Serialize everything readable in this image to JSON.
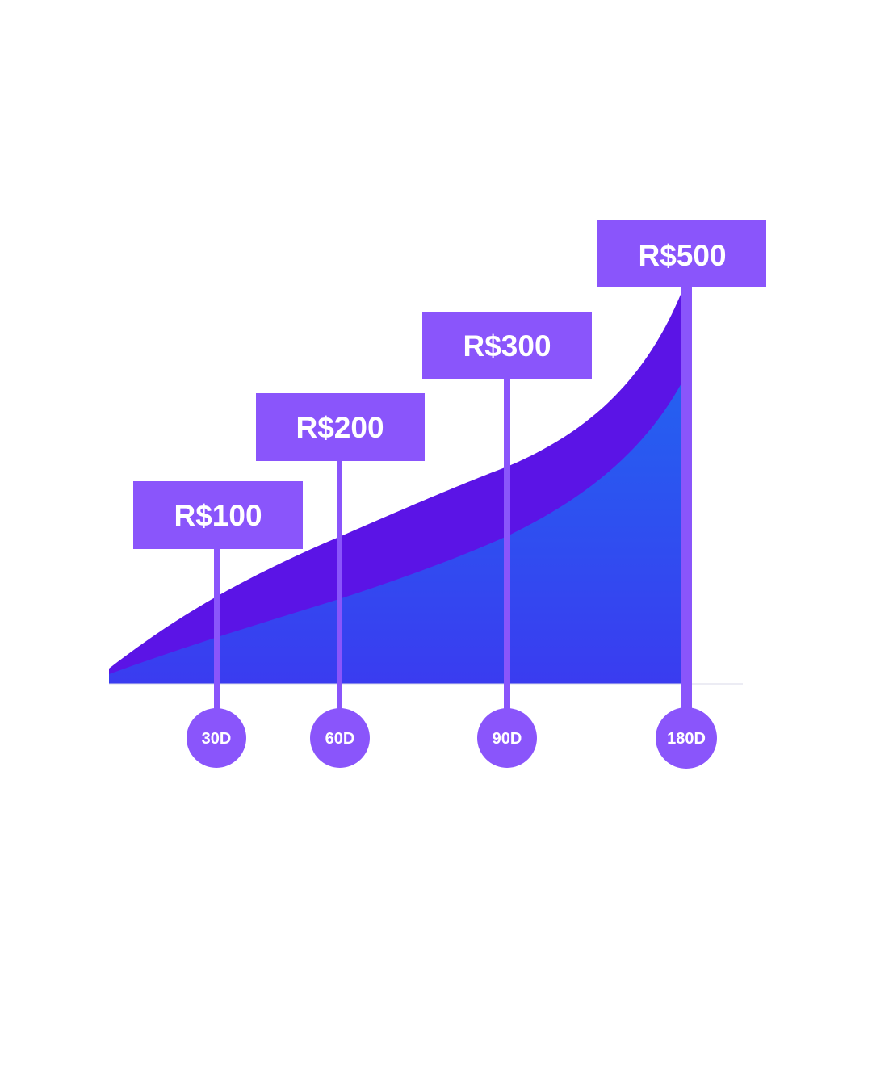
{
  "chart_data": {
    "type": "area",
    "categories": [
      "30D",
      "60D",
      "90D",
      "180D"
    ],
    "values": [
      100,
      200,
      300,
      500
    ],
    "value_labels": [
      "R$100",
      "R$200",
      "R$300",
      "R$500"
    ],
    "title": "",
    "xlabel": "",
    "ylabel": "",
    "grid": false,
    "legend": "none"
  },
  "colors": {
    "marker": "#8a55fb",
    "outer_area": "#5b14e6",
    "inner_area_top": "#2461f0",
    "inner_area_bottom": "#3a3cf0",
    "text": "#ffffff"
  }
}
